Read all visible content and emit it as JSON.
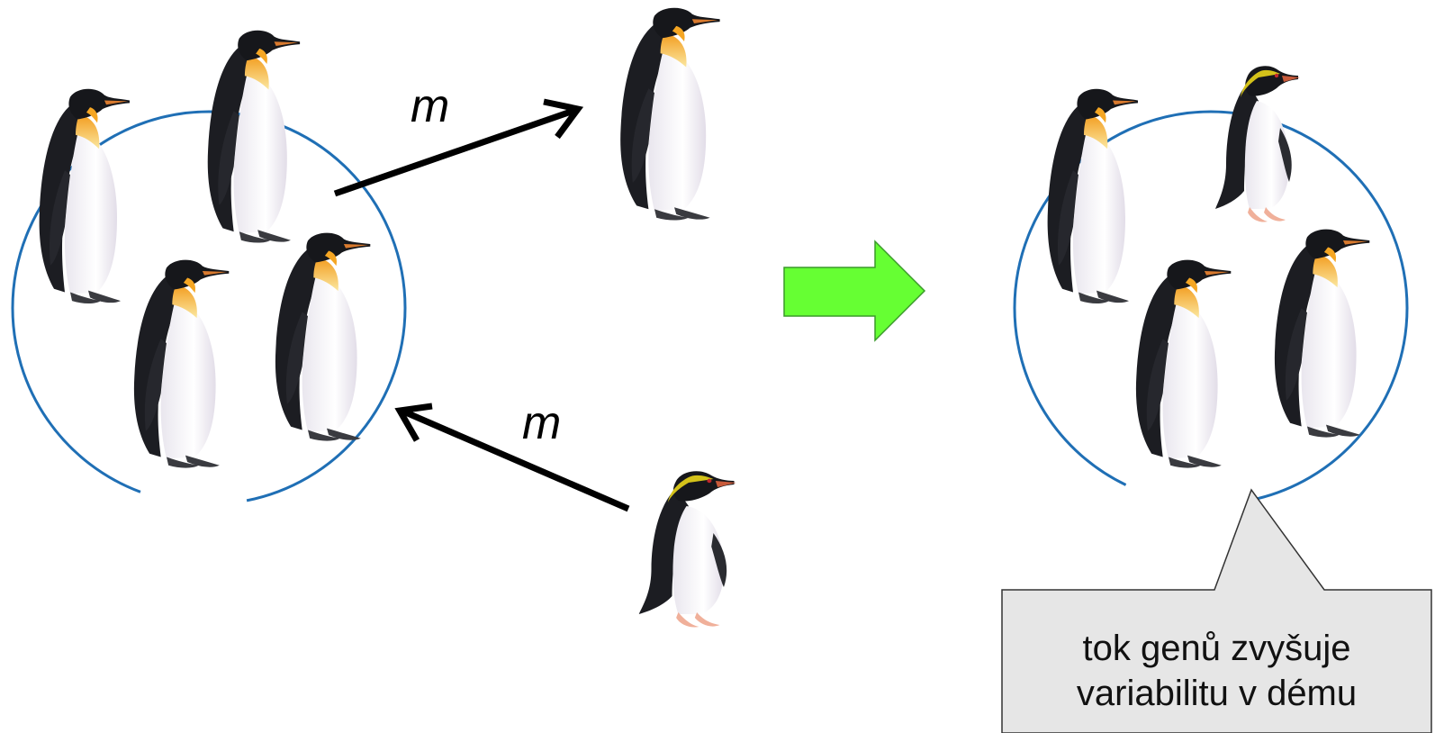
{
  "labels": {
    "migration_out": "m",
    "migration_in": "m"
  },
  "callout": {
    "line1": "tok genů zvyšuje",
    "line2": "variabilitu v dému"
  },
  "colors": {
    "deme_circle": "#1f6fb5",
    "arrow_green": "#66ff33",
    "callout_fill": "#e6e6e6",
    "emperor_penguin_head": "#1a1a1a",
    "emperor_penguin_neck": "#f5a623",
    "rockhopper_crest": "#d4c21a",
    "rockhopper_feet": "#f0b09a"
  },
  "icons": {
    "emperor_penguin": "emperor-penguin-icon",
    "rockhopper_penguin": "rockhopper-penguin-icon",
    "green_arrow": "right-arrow-icon"
  }
}
